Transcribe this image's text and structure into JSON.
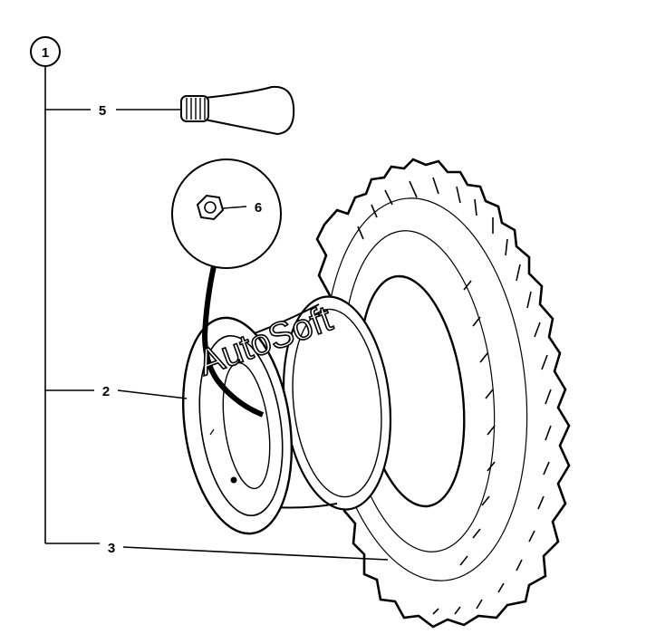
{
  "diagram": {
    "assembly_callout": "1",
    "callouts": {
      "valve": "5",
      "nut": "6",
      "rim": "2",
      "tyre": "3"
    },
    "watermark": "AutoSoft"
  }
}
